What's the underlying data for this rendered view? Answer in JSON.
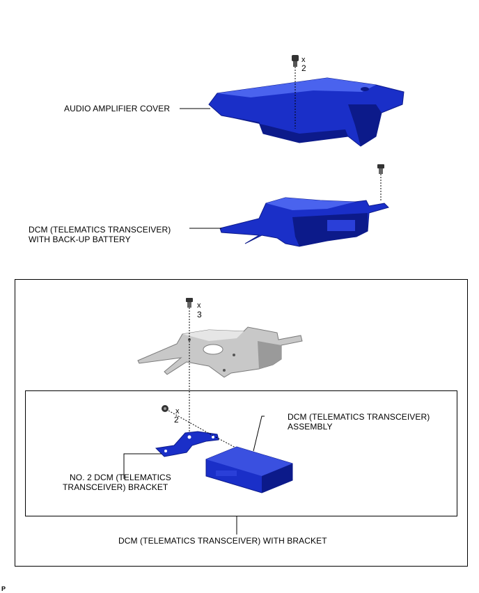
{
  "labels": {
    "audio_amplifier_cover": "AUDIO AMPLIFIER COVER",
    "dcm_battery_line1": "DCM (TELEMATICS TRANSCEIVER)",
    "dcm_battery_line2": "WITH BACK-UP BATTERY",
    "dcm_assembly_line1": "DCM (TELEMATICS TRANSCEIVER)",
    "dcm_assembly_line2": "ASSEMBLY",
    "bracket_line1": "NO. 2 DCM (TELEMATICS",
    "bracket_line2": "TRANSCEIVER) BRACKET",
    "dcm_with_bracket": "DCM (TELEMATICS TRANSCEIVER) WITH BRACKET",
    "corner_code": "P"
  },
  "quantities": {
    "cover_fastener_x": "x",
    "cover_fastener_n": "2",
    "bracket_bolt_x": "x",
    "bracket_bolt_n": "3",
    "nut_x": "x",
    "nut_n": "2"
  },
  "colors": {
    "part_blue": "#1a2fc8",
    "part_blue_dark": "#0c1a8a",
    "part_blue_light": "#4a63ee",
    "bracket_gray": "#c8c8c8",
    "bracket_gray_dark": "#7a7a7a"
  }
}
